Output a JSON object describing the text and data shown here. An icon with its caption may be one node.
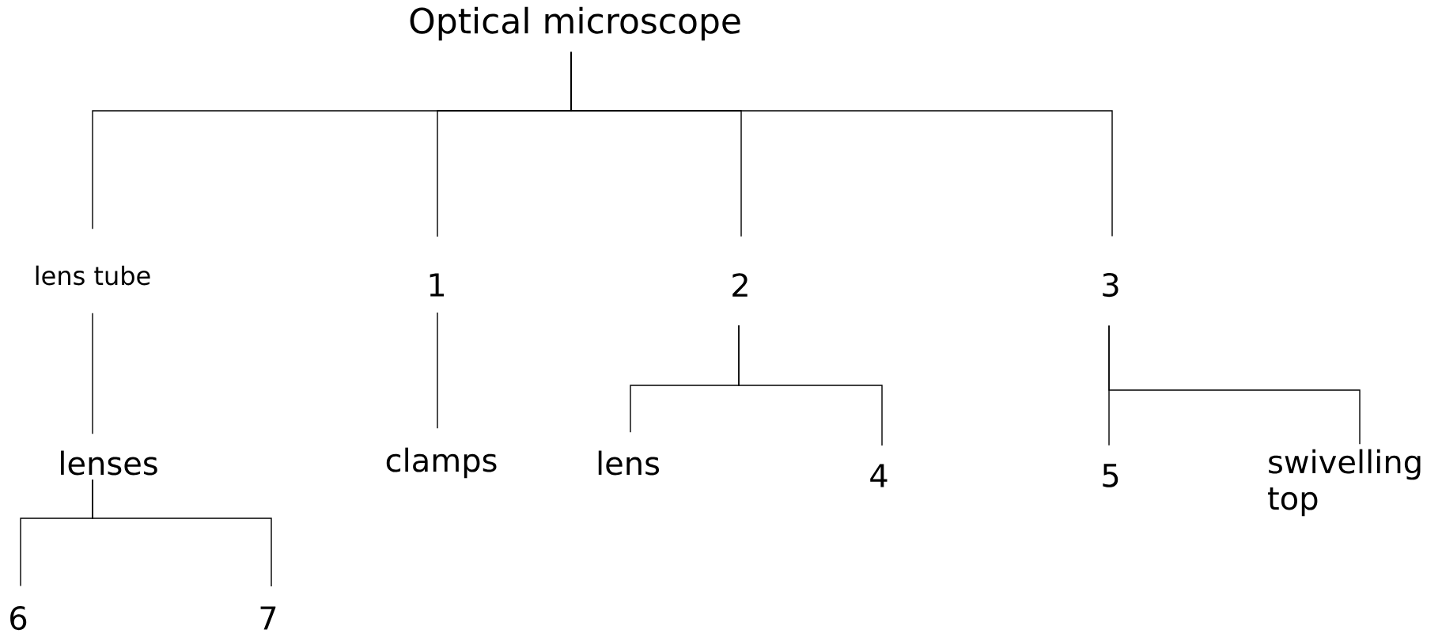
{
  "diagram": {
    "nodes": [
      {
        "text": [
          "Optical microscope"
        ]
      },
      {
        "text": [
          "lens tube"
        ]
      },
      {
        "text": [
          "1"
        ]
      },
      {
        "text": [
          "2"
        ]
      },
      {
        "text": [
          "3"
        ]
      },
      {
        "text": [
          "lenses"
        ]
      },
      {
        "text": [
          "clamps"
        ]
      },
      {
        "text": [
          "lens"
        ]
      },
      {
        "text": [
          "4"
        ]
      },
      {
        "text": [
          "5"
        ]
      },
      {
        "text": [
          "swivelling top"
        ]
      },
      {
        "text": [
          "6"
        ]
      },
      {
        "text": [
          "7"
        ]
      }
    ],
    "edges": [
      {
        "from": 0,
        "to": 1,
        "arrow": "none"
      },
      {
        "from": 0,
        "to": 2,
        "arrow": "none"
      },
      {
        "from": 0,
        "to": 3,
        "arrow": "none"
      },
      {
        "from": 0,
        "to": 4,
        "arrow": "none"
      },
      {
        "from": 1,
        "to": 5,
        "arrow": "none"
      },
      {
        "from": 2,
        "to": 6,
        "arrow": "none"
      },
      {
        "from": 3,
        "to": 7,
        "arrow": "none"
      },
      {
        "from": 3,
        "to": 8,
        "arrow": "none"
      },
      {
        "from": 4,
        "to": 9,
        "arrow": "none"
      },
      {
        "from": 4,
        "to": 10,
        "arrow": "none"
      },
      {
        "from": 5,
        "to": 11,
        "arrow": "none"
      },
      {
        "from": 5,
        "to": 12,
        "arrow": "none"
      }
    ]
  }
}
